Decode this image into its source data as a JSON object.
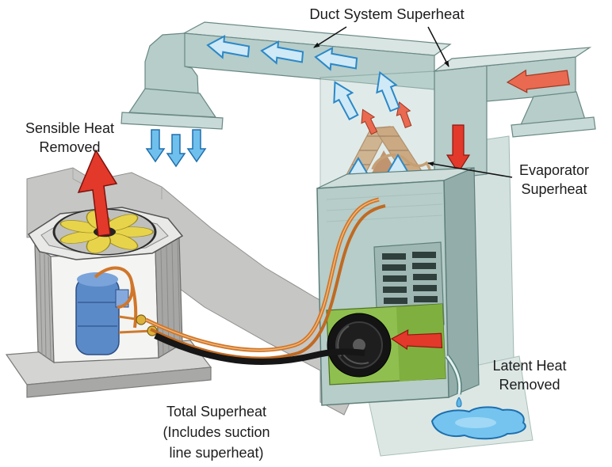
{
  "labels": {
    "duct_system": "Duct System Superheat",
    "sensible": {
      "line1": "Sensible Heat",
      "line2": "Removed"
    },
    "evaporator": {
      "line1": "Evaporator",
      "line2": "Superheat"
    },
    "latent": {
      "line1": "Latent Heat",
      "line2": "Removed"
    },
    "total": {
      "line1": "Total Superheat",
      "line2": "(Includes suction",
      "line3": "line superheat)"
    }
  },
  "colors": {
    "duct": "#b6cdc9",
    "duct_top": "#d8e5e2",
    "duct_lip": "#c8dad7",
    "wall": "#c6c6c4",
    "panel": "#d3e1de",
    "slab": "#dce7e4",
    "red": "#e2392b",
    "salmon": "#e96a50",
    "blue": "#6fc0ec",
    "blue_light": "#cfe9f7",
    "copper": "#d0762a",
    "black_line": "#161616",
    "fan_yellow": "#e8d44b",
    "compressor_blue": "#5b8ac9",
    "green": "#8fc04f",
    "water": "#74c4ef"
  }
}
